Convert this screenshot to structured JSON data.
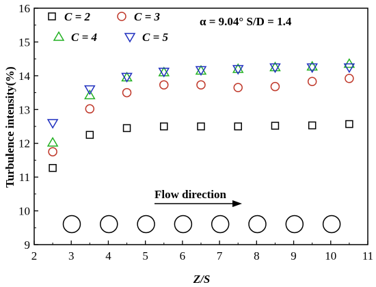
{
  "chart_data": {
    "type": "scatter",
    "xlabel": "Z/S",
    "ylabel": "Turbulence intensity(%)",
    "xlim": [
      2,
      11
    ],
    "ylim": [
      9,
      16
    ],
    "x_ticks": [
      2,
      3,
      4,
      5,
      6,
      7,
      8,
      9,
      10,
      11
    ],
    "y_ticks": [
      9,
      10,
      11,
      12,
      13,
      14,
      15,
      16
    ],
    "x": [
      2.5,
      3.5,
      4.5,
      5.5,
      6.5,
      7.5,
      8.5,
      9.5,
      10.5
    ],
    "series": [
      {
        "name": "C = 2",
        "marker": "square",
        "color": "#000000",
        "values": [
          11.27,
          12.25,
          12.45,
          12.5,
          12.5,
          12.5,
          12.52,
          12.53,
          12.57
        ]
      },
      {
        "name": "C = 3",
        "marker": "circle",
        "color": "#c0392b",
        "values": [
          11.75,
          13.02,
          13.5,
          13.73,
          13.73,
          13.65,
          13.68,
          13.83,
          13.92
        ]
      },
      {
        "name": "C = 4",
        "marker": "triangle-up",
        "color": "#22b022",
        "values": [
          12.02,
          13.42,
          13.95,
          14.1,
          14.15,
          14.2,
          14.25,
          14.27,
          14.35
        ]
      },
      {
        "name": "C = 5",
        "marker": "triangle-down",
        "color": "#1f2fbf",
        "values": [
          12.6,
          13.6,
          13.97,
          14.12,
          14.17,
          14.2,
          14.25,
          14.25,
          14.25
        ]
      }
    ],
    "legend_placement": "top-left",
    "annotation": "α = 9.04° S/D = 1.4",
    "flow_label": "Flow direction",
    "tube_count": 8,
    "grid": false
  }
}
